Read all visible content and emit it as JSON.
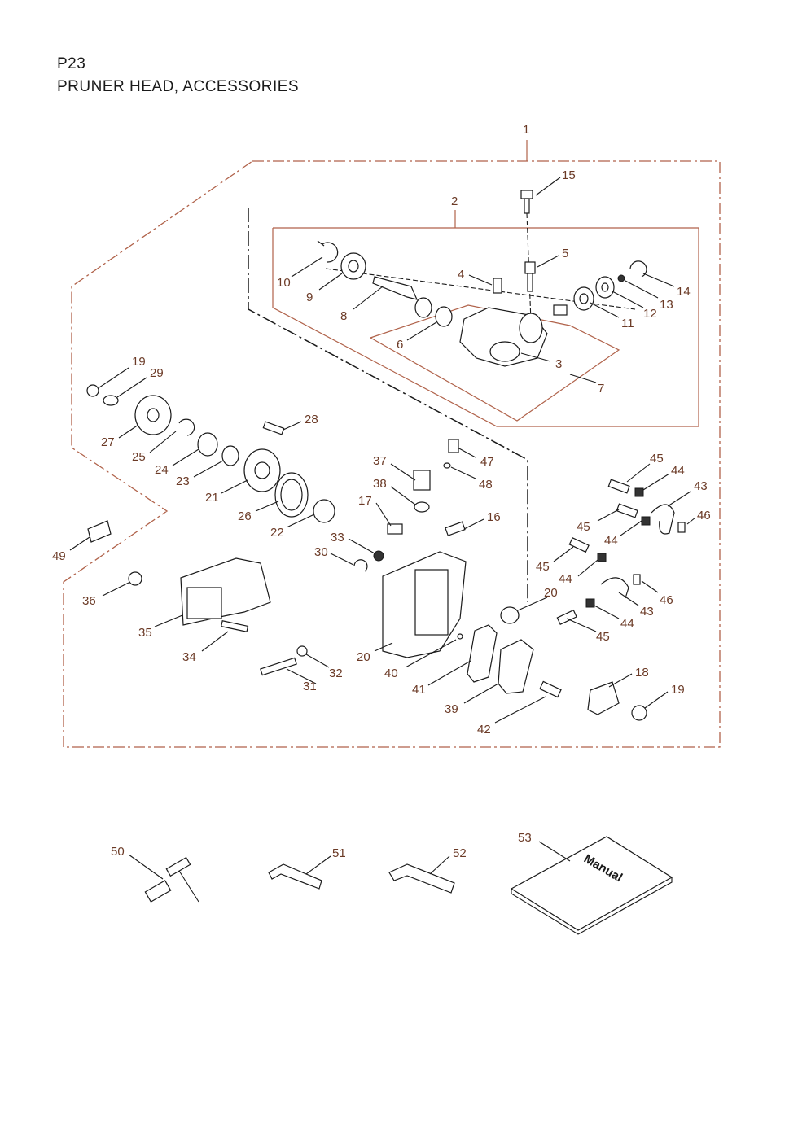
{
  "header": {
    "page_code": "P23",
    "title": "PRUNER HEAD, ACCESSORIES"
  },
  "colors": {
    "callout_text": "#6b3a26",
    "group_line": "#b0624a",
    "ink": "#1a1a1a"
  },
  "callouts": {
    "c1": "1",
    "c2": "2",
    "c3": "3",
    "c4": "4",
    "c5": "5",
    "c6": "6",
    "c7": "7",
    "c8": "8",
    "c9": "9",
    "c10": "10",
    "c11": "11",
    "c12": "12",
    "c13": "13",
    "c14": "14",
    "c15": "15",
    "c16": "16",
    "c17": "17",
    "c18": "18",
    "c19a": "19",
    "c19b": "19",
    "c20a": "20",
    "c20b": "20",
    "c21": "21",
    "c22": "22",
    "c23": "23",
    "c24": "24",
    "c25": "25",
    "c26": "26",
    "c27": "27",
    "c28": "28",
    "c29": "29",
    "c30": "30",
    "c31": "31",
    "c32": "32",
    "c33": "33",
    "c34": "34",
    "c35": "35",
    "c36": "36",
    "c37": "37",
    "c38": "38",
    "c39": "39",
    "c40": "40",
    "c41": "41",
    "c42": "42",
    "c43a": "43",
    "c43b": "43",
    "c44a": "44",
    "c44b": "44",
    "c44c": "44",
    "c44d": "44",
    "c45a": "45",
    "c45b": "45",
    "c45c": "45",
    "c45d": "45",
    "c46a": "46",
    "c46b": "46",
    "c47": "47",
    "c48": "48",
    "c49": "49",
    "c50": "50",
    "c51": "51",
    "c52": "52",
    "c53": "53"
  },
  "manual_label": "Manual"
}
